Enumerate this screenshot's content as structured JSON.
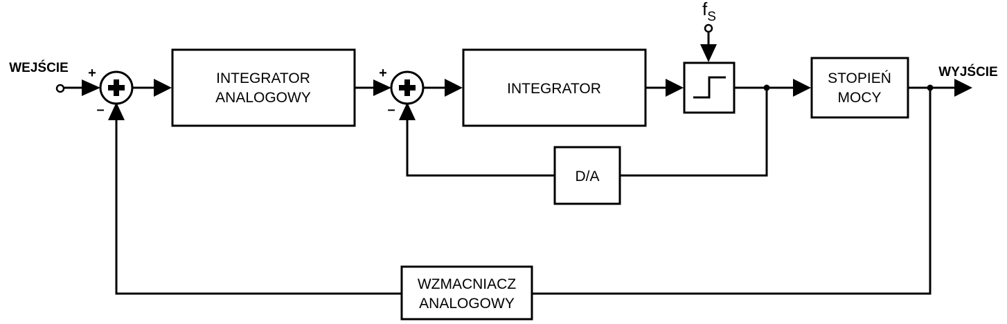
{
  "input_label": "WEJŚCIE",
  "output_label": "WYJŚCIE",
  "sampling_label": "f",
  "sampling_subscript": "S",
  "sum1": {
    "plus": "+",
    "minus": "–"
  },
  "sum2": {
    "plus": "+",
    "minus": "–"
  },
  "blocks": {
    "analog_integrator": [
      "INTEGRATOR",
      "ANALOGOWY"
    ],
    "integrator": "INTEGRATOR",
    "power_stage": [
      "STOPIEŃ",
      "MOCY"
    ],
    "dac": "D/A",
    "analog_amplifier": [
      "WZMACNIACZ",
      "ANALOGOWY"
    ]
  },
  "colors": {
    "stroke": "#000000",
    "background": "#ffffff"
  }
}
